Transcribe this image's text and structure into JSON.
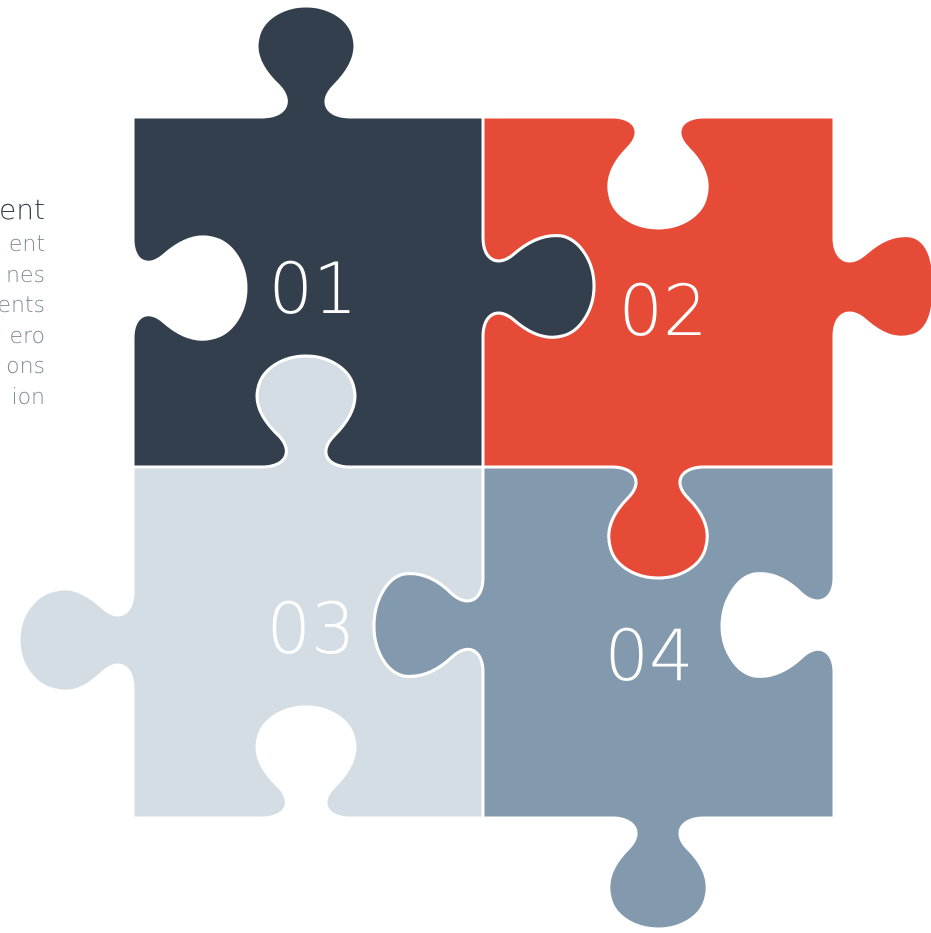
{
  "text_panel": {
    "title": "ent",
    "lines": [
      "ent",
      "nes",
      "ents",
      "ero",
      "ons",
      "ion"
    ]
  },
  "pieces": [
    {
      "label": "01",
      "color": "#333f4d",
      "label_color": "#ffffff"
    },
    {
      "label": "02",
      "color": "#e64b37",
      "label_color": "#ffffff"
    },
    {
      "label": "03",
      "color": "#d5dde4",
      "label_color": "#ffffff"
    },
    {
      "label": "04",
      "color": "#8399ad",
      "label_color": "#ffffff"
    }
  ]
}
